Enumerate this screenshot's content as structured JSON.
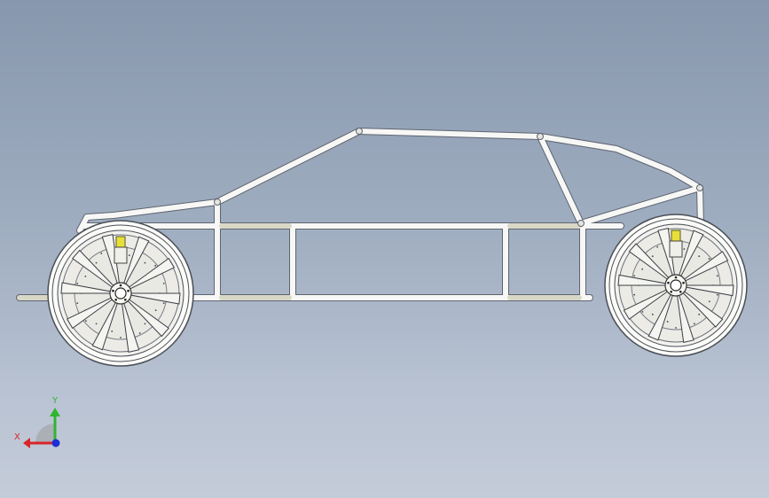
{
  "triad": {
    "x_label": "X",
    "y_label": "Y",
    "x_color": "#d8262a",
    "y_color": "#2fb52f",
    "z_color": "#1d2fd6"
  },
  "colors": {
    "tube": "#f7f7f5",
    "tube_outline": "#5e6470",
    "tube_alt": "#d9d8c6",
    "caliper": "#e8e03a",
    "tire": "#fbfbf8"
  },
  "model": {
    "wheels": [
      {
        "name": "front-wheel",
        "spokes": 10
      },
      {
        "name": "rear-wheel",
        "spokes": 10
      }
    ]
  }
}
